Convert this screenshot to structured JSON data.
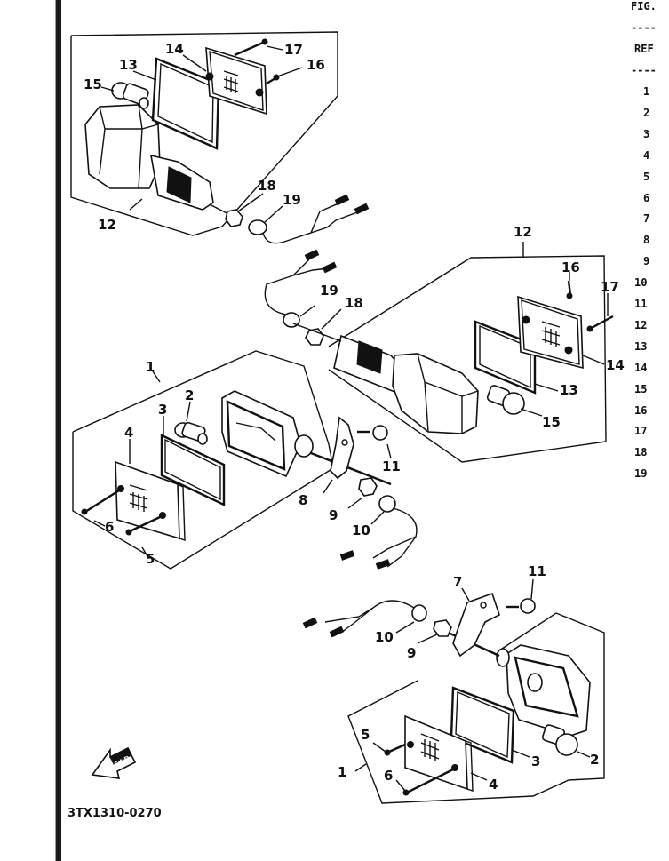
{
  "figure": {
    "header_label": "FIG.",
    "ref_label": "REF",
    "dashes": "----",
    "drawing_code": "3TX1310-0270",
    "fwd_label": "FWD"
  },
  "ref_numbers": [
    "1",
    "2",
    "3",
    "4",
    "5",
    "6",
    "7",
    "8",
    "9",
    "10",
    "11",
    "12",
    "13",
    "14",
    "15",
    "16",
    "17",
    "18",
    "19"
  ],
  "callouts": {
    "upper_left_assembly": {
      "assembly": "12",
      "lens_gasket": "13",
      "lens": "14",
      "bulb": "15",
      "screw_short": "16",
      "screw_long": "17",
      "nut": "18",
      "grommet": "19"
    },
    "right_assembly": {
      "assembly": "12",
      "lens_gasket": "13",
      "lens": "14",
      "bulb": "15",
      "screw_short": "16",
      "screw_long": "17",
      "nut": "18",
      "grommet": "19"
    },
    "middle_left_assembly": {
      "assembly": "1",
      "bulb": "2",
      "lens_gasket": "3",
      "lens": "4",
      "screw_short": "5",
      "screw_long": "6",
      "stay": "8",
      "nut": "9",
      "grommet": "10",
      "bolt_nut": "11"
    },
    "lower_right_assembly": {
      "assembly": "1",
      "bulb": "2",
      "lens_gasket": "3",
      "lens": "4",
      "screw_short": "5",
      "screw_long": "6",
      "stay": "7",
      "nut": "9",
      "grommet": "10",
      "bolt_nut": "11"
    }
  }
}
